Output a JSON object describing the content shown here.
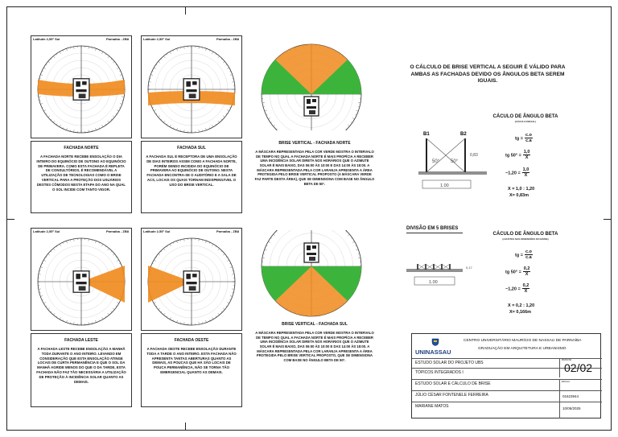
{
  "panels": [
    {
      "id": "p1",
      "latitude": "Latitude 2,55° Sul",
      "zone": "Parnaíba - ZB8"
    },
    {
      "id": "p2",
      "latitude": "Latitude 2,55° Sul",
      "zone": "Parnaíba - ZB8"
    },
    {
      "id": "p3",
      "latitude": "Latitude 2,55° Sul",
      "zone": "Parnaíba - ZB8"
    },
    {
      "id": "p4",
      "latitude": "Latitude 2,55° Sul",
      "zone": "Parnaíba - ZB8"
    }
  ],
  "facades": {
    "norte": {
      "title": "FACHADA NORTE",
      "text": "A FACHADA NORTE RECEBE ENSOLAÇÃO O DIA INTEIRO DO EQUINÓCIO DE OUTONO AO EQUINÓCIO DE PRIMAVERA. COMO ESTA FACHADA É REPLETA DE CONSULTÓRIOS, É RECOMENDÁVEL A UTILIZAÇÃO DE TECNOLOGIAS COMO O BRISE VERTICAL PARA A PROTEÇÃO DOS USUÁRIOS DESTES CÔMODOS NESTA ETAPA DO ANO NA QUAL O SOL INCIDE COM TANTO VIGOR."
    },
    "sul": {
      "title": "FACHADA SUL",
      "text": "A FACHADA SUL É RECEPTORA DE UMA ENSOLAÇÃO DE DIAS INTEIROS ASSIM COMO A FACHADA NORTE, PORÉM SENDO INCIDIDA DO EQUINÓCIO DE PRIMAVERA AO EQUINÓCIO DE OUTONO. NESTA FACHADA ENCONTRA-SE O AUDITÓRIO E A SALA DE ACS, LOCAIS OS QUAIS TORNAM INDISPENSÁVEL O USO DO BRISE VERTICAL."
    },
    "leste": {
      "title": "FACHADA LESTE",
      "text": "A FACHADA LESTE RECEBE ENSOLAÇÃO A MANHÃ TODA DURANTE O ANO INTEIRO. LEVANDO EM CONSIDERAÇÃO QUE ESTA ENSOLAÇÃO ATINGE LOCAIS DE CURTA PERMANÊNCIA E QUE O SOL DA MANHÃ AGRIDE MENOS DO QUE O DA TARDE, ESTA FACHADA NÃO FAZ TÃO NECESSÁRIA A UTILIZAÇÃO DE PROTEÇÃO À INCIDÊNCIA SOLAR QUANTO AS DEMAIS."
    },
    "oeste": {
      "title": "FACHADA OESTE",
      "text": "A FACHADA OESTE RECEBE ENSOLAÇÃO DURANTE TODA A TARDE O ANO INTEIRO. ESTA FACHADA NÃO APRESENTA TANTAS ABERTURAS QUANTO AS DEMAIS, AS POUCAS QUE HÁ SÃO LOCAIS DE POUCA PERMANÊNCIA, NÃO SE TORNA TÃO EMERGENCIAL QUANTO AS DEMAIS."
    }
  },
  "brise_norte": {
    "title": "BRISE VERTICAL - FACHADA NORTE",
    "text": "A MÁSCARA REPRESENTADA PELA COR VERDE MOSTRA O INTERVALO DE TEMPO NO QUAL A FACHADA NORTE É MAIS PROPÍCIA A RECEBER UMA INCIDÊNCIA SOLAR DIRETA NOS HORÁRIOS QUE O AZIMUTE SOLAR É MAIS BAIXO, DAS 06:00 ÀS 10:00 E DAS 14:00 ÀS 18:00. A MÁSCARA REPRESENTADA PELA COR LARANJA APRESENTA A ÁREA PROTEGIDA PELO BRISE VERTICAL PROPOSTO (A MÁSCARA VERDE FAZ PARTE DESTA ÁREA), QUE SE DIMENSIONA COM BASE NO ÂNGULO BETA DE 50°."
  },
  "brise_sul": {
    "title": "BRISE VERTICAL - FACHADA SUL",
    "text": "A MÁSCARA REPRESENTADA PELA COR VERDE MOSTRA O INTERVALO DE TEMPO NO QUAL A FACHADA NORTE É MAIS PROPÍCIA A RECEBER UMA INCIDÊNCIA SOLAR DIRETA NOS HORÁRIOS QUE O AZIMUTE SOLAR É MAIS BAIXO, DAS 06:00 ÀS 10:00 E DAS 14:00 ÀS 18:00. A MÁSCARA REPRESENTADA PELA COR LARANJA APRESENTA A ÁREA PROTEGIDA PELO BRISE VERTICAL PROPOSTO, QUE SE DIMENSIONA COM BASE NO ÂNGULO BETA DE 50°."
  },
  "headline": "O CÁLCULO DE BRISE VERTICAL A SEGUIR É VÁLIDO PARA AMBAS AS FACHADAS DEVIDO OS ÂNGULOS BETA SEREM IGUAIS.",
  "calc1": {
    "title": "CÁCULO DE ÂNGULO BETA",
    "subtitle": "(CÁCULO INICIAL)",
    "b1": "B1",
    "b2": "B2",
    "angle_left": "50°",
    "angle_right": "50°",
    "dim": "1.00",
    "height": "0,83",
    "eq1_lhs": "tg =",
    "eq1_num": "c.o",
    "eq1_den": "c.a",
    "eq2_lhs": "tg 50° =",
    "eq2_num": "1,0",
    "eq2_den": "X",
    "eq3_lhs": "~1,20 =",
    "eq3_num": "1,0",
    "eq3_den": "X",
    "res1": "X = 1,0 : 1,20",
    "res2": "X= 0,83m"
  },
  "calc2": {
    "division": "DIVISÃO EM 5 BRISES",
    "title": "CÁCULO DE ÂNGULO BETA",
    "subtitle": "(AJUSTES NAS DIMENSÕES DO BRISE)",
    "dim": "1.00",
    "height": "0,17",
    "eq1_lhs": "tg =",
    "eq1_num": "c.o",
    "eq1_den": "c.a",
    "eq2_lhs": "tg 50° =",
    "eq2_num": "0,2",
    "eq2_den": "X",
    "eq3_lhs": "~1,20 =",
    "eq3_num": "0,2",
    "eq3_den": "X",
    "res1": "X = 0,2 : 1,20",
    "res2": "X= 0,166m"
  },
  "titleblock": {
    "logo": "UNINASSAU",
    "institution": "CENTRO UNIVERSITÁRIO MAURÍCIO DE NASSAU DE PARNAÍBA",
    "course": "GRADUAÇÃO EM ARQUITETURA E URBANISMO",
    "project": "ESTUDO SOLAR DO PROJETO UBS",
    "subject": "TÓPICOS INTEGRADOS I",
    "content": "ESTUDO SOLAR E CÁLCULO DE BRISE",
    "student": "JÚLIO CÉSAR FONTENELE FERREIRA",
    "professor": "MARIANE MATOS",
    "sheet": "02/02",
    "sheet_label": "PRANCHA",
    "scale_label": "ESCALA",
    "matricula": "01623944",
    "date": "10/06/2025"
  },
  "colors": {
    "mask_orange": "#f08a1c",
    "mask_green": "#3cb43c",
    "line": "#222222"
  }
}
